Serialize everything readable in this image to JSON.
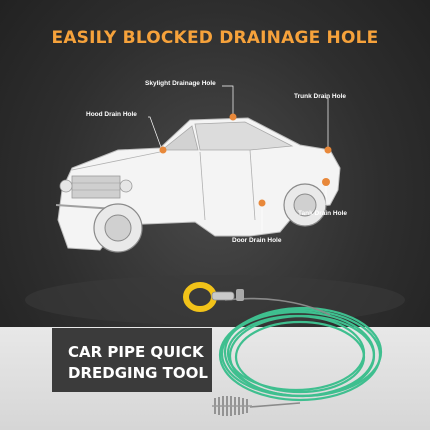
{
  "headline": "EASILY BLOCKED DRAINAGE HOLE",
  "labels": {
    "skylight": "Skylight Drainage Hole",
    "hood": "Hood Drain Hole",
    "trunk": "Trunk Drain Hole",
    "tank": "Tank Drain Hole",
    "door": "Door Drain Hole"
  },
  "product": {
    "line1": "CAR PIPE QUICK",
    "line2": "DREDGING TOOL"
  },
  "colors": {
    "accent": "#f6a23b",
    "cable": "#3fbf8f",
    "handle": "#f2c319",
    "marker": "#e8883a"
  }
}
